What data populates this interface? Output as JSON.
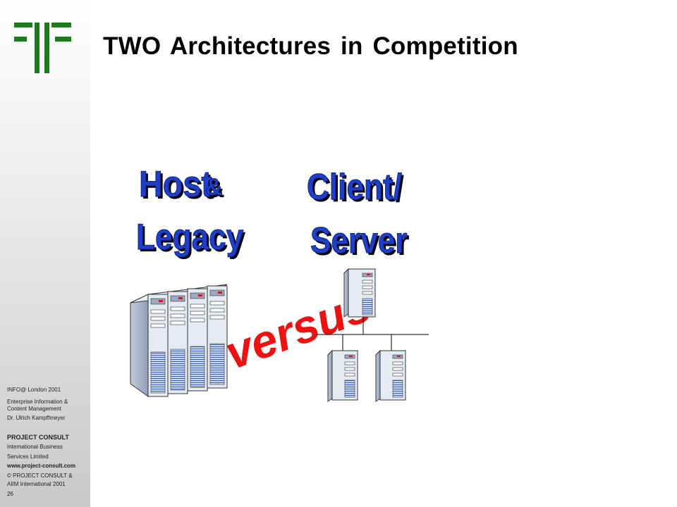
{
  "slide": {
    "title": "TWO Architectures in Competition",
    "headings": {
      "host_line1": "Host",
      "host_amp": "&",
      "host_line2": "Legacy",
      "client_line1": "Client/",
      "client_line2": "Server",
      "versus": "versus"
    }
  },
  "footer": {
    "event": "INFO@ London  2001",
    "topic_1": "Enterprise Information &",
    "topic_2": "Content Management",
    "author": "Dr. Ulrich Kampffmeyer",
    "company": "PROJECT  CONSULT",
    "company_sub_1": "International Business",
    "company_sub_2": "Services Limited",
    "website": "www.project-consult.com",
    "copyright_1": "© PROJECT CONSULT &",
    "copyright_2": "AIIM International  2001",
    "page_number": "26"
  },
  "colors": {
    "logo_green": "#1e7a1e",
    "heading_blue": "#1f3fc8",
    "versus_red": "#ee1111"
  }
}
